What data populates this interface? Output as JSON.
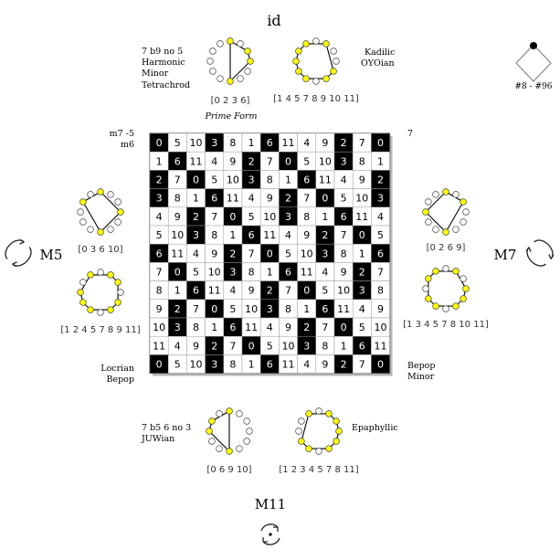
{
  "labels": {
    "top": "id",
    "bottom": "M11",
    "left": "M5",
    "right": "M7",
    "corner_tr_code": "#8 - #96",
    "matrix_tl_line1": "m7 -5",
    "matrix_tl_line2": "m6",
    "matrix_tr": "7",
    "matrix_bl_line1": "Locrian",
    "matrix_bl_line2": "Bepop",
    "matrix_br_line1": "Bepop",
    "matrix_br_line2": "Minor",
    "top_left_name": [
      "7 b9 no 5",
      "Harmonic",
      "Minor",
      "Tetrachrod"
    ],
    "top_right_name": [
      "Kadilic",
      "OYOian"
    ],
    "bottom_left_name": [
      "7 b5 6 no 3",
      "JUWian"
    ],
    "bottom_right_name": [
      "Epaphyllic"
    ],
    "prime_form_caption": "Prime Form"
  },
  "sets": {
    "top_left": {
      "label": "[0 2 3 6]",
      "pcs": [
        0,
        2,
        3,
        6
      ]
    },
    "top_right": {
      "label": "[1 4 5 7 8 9 10 11]",
      "pcs": [
        1,
        4,
        5,
        7,
        8,
        9,
        10,
        11
      ]
    },
    "mid_left": {
      "label": "[0 3 6 10]",
      "pcs": [
        0,
        3,
        6,
        10
      ]
    },
    "mid_right": {
      "label": "[0 2 6 9]",
      "pcs": [
        0,
        2,
        6,
        9
      ]
    },
    "low_left": {
      "label": "[1 2 4 5 7 8 9 11]",
      "pcs": [
        1,
        2,
        4,
        5,
        7,
        8,
        9,
        11
      ]
    },
    "low_right": {
      "label": "[1 3 4 5 7 8 10 11]",
      "pcs": [
        1,
        3,
        4,
        5,
        7,
        8,
        10,
        11
      ]
    },
    "bottom_left": {
      "label": "[0 6 9 10]",
      "pcs": [
        0,
        6,
        9,
        10
      ]
    },
    "bottom_right": {
      "label": "[1 2 3 4 5 7 8 11]",
      "pcs": [
        1,
        2,
        3,
        4,
        5,
        7,
        8,
        11
      ]
    }
  },
  "matrix": {
    "rows": [
      [
        0,
        5,
        10,
        3,
        8,
        1,
        6,
        11,
        4,
        9,
        2,
        7,
        0
      ],
      [
        1,
        6,
        11,
        4,
        9,
        2,
        7,
        0,
        5,
        10,
        3,
        8,
        1
      ],
      [
        2,
        7,
        0,
        5,
        10,
        3,
        8,
        1,
        6,
        11,
        4,
        9,
        2
      ],
      [
        3,
        8,
        1,
        6,
        11,
        4,
        9,
        2,
        7,
        0,
        5,
        10,
        3
      ],
      [
        4,
        9,
        2,
        7,
        0,
        5,
        10,
        3,
        8,
        1,
        6,
        11,
        4
      ],
      [
        5,
        10,
        3,
        8,
        1,
        6,
        11,
        4,
        9,
        2,
        7,
        0,
        5
      ],
      [
        6,
        11,
        4,
        9,
        2,
        7,
        0,
        5,
        10,
        3,
        8,
        1,
        6
      ],
      [
        7,
        0,
        5,
        10,
        3,
        8,
        1,
        6,
        11,
        4,
        9,
        2,
        7
      ],
      [
        8,
        1,
        6,
        11,
        4,
        9,
        2,
        7,
        0,
        5,
        10,
        3,
        8
      ],
      [
        9,
        2,
        7,
        0,
        5,
        10,
        3,
        8,
        1,
        6,
        11,
        4,
        9
      ],
      [
        10,
        3,
        8,
        1,
        6,
        11,
        4,
        9,
        2,
        7,
        0,
        5,
        10
      ],
      [
        11,
        4,
        9,
        2,
        7,
        0,
        5,
        10,
        3,
        8,
        1,
        6,
        11
      ],
      [
        0,
        5,
        10,
        3,
        8,
        1,
        6,
        11,
        4,
        9,
        2,
        7,
        0
      ]
    ],
    "highlight": [
      0,
      2,
      3,
      6
    ],
    "colors": {
      "highlight_bg": "#000000",
      "highlight_fg": "#ffffff",
      "cell_bg": "#ffffff",
      "cell_fg": "#000000"
    }
  },
  "colors": {
    "filled": "#ffff00",
    "empty": "#ffffff",
    "stroke": "#000000"
  },
  "icons": {
    "rotate_left": "rotate-arrows-icon",
    "rotate_right": "rotate-arrows-icon",
    "rotate_bottom": "circular-arrows-icon",
    "corner": "diamond-dot-icon"
  }
}
